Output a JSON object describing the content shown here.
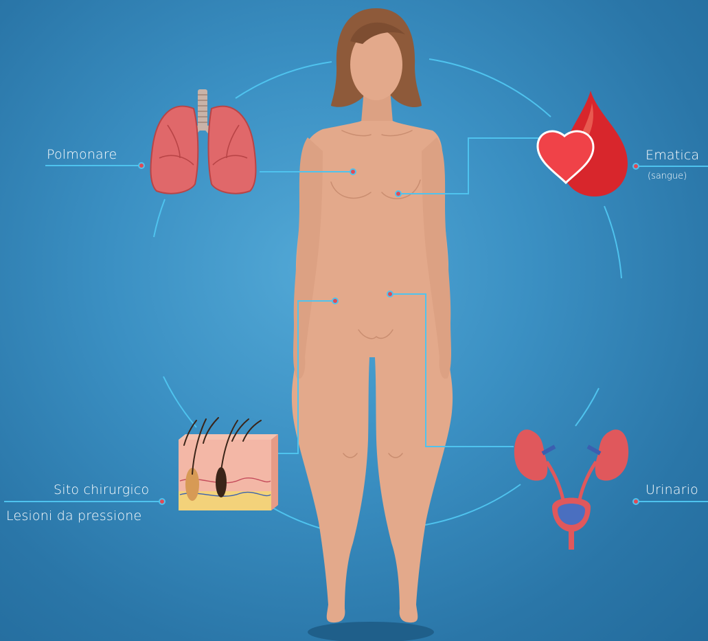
{
  "labels": {
    "polmonare": "Polmonare",
    "ematica": "Ematica",
    "ematica_sub": "(sangue)",
    "sito_chirurgico": "Sito chirurgico",
    "lesioni": "Lesioni da pressione",
    "urinario": "Urinario"
  },
  "colors": {
    "background": "#3b90c3",
    "connector": "#4fc3ee",
    "skin": "#e3a98b",
    "hair": "#8e5a3a",
    "organ_red": "#e0524f",
    "point_dot": "#e04a55"
  },
  "icons": [
    "lungs-icon",
    "blood-heart-icon",
    "skin-layers-icon",
    "kidney-bladder-icon"
  ]
}
